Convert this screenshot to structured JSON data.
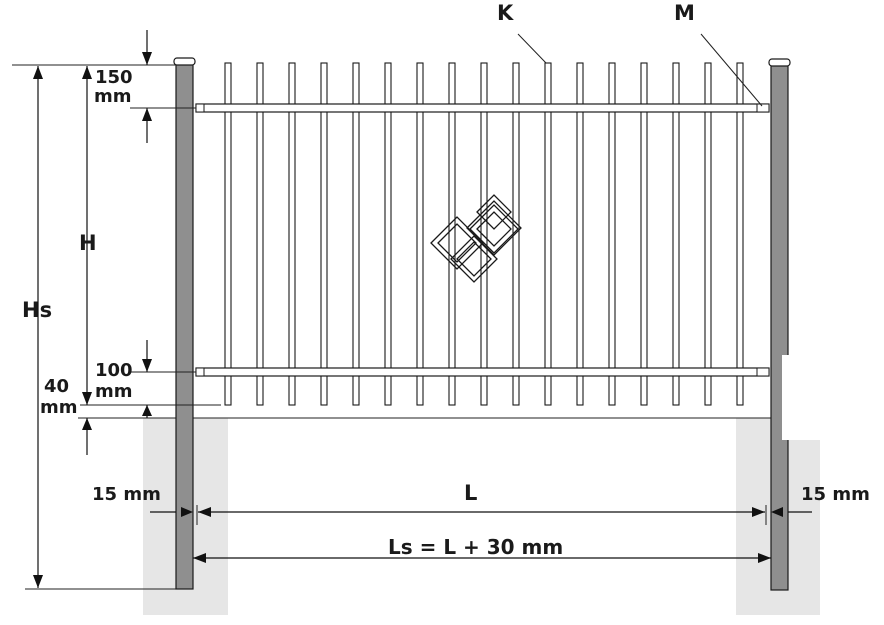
{
  "labels": {
    "k": "K",
    "m": "M",
    "top_gap_value": "150",
    "top_gap_unit": "mm",
    "h": "H",
    "hs": "Hs",
    "bottom_rail_value": "100",
    "bottom_rail_unit": "mm",
    "ground_gap_value": "40",
    "ground_gap_unit": "mm",
    "left_offset": "15 mm",
    "right_offset": "15 mm",
    "l": "L",
    "ls": "Ls = L + 30 mm"
  },
  "colors": {
    "post": "#8f8f8f",
    "foundation": "#e6e6e6",
    "line": "#1a1a1a"
  }
}
